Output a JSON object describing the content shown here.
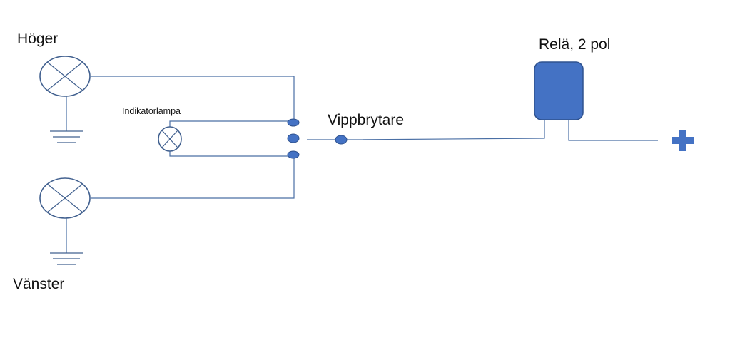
{
  "labels": {
    "right_lamp": "Höger",
    "left_lamp": "Vänster",
    "indicator_lamp": "Indikatorlampa",
    "toggle_switch": "Vippbrytare",
    "relay": "Relä, 2 pol"
  },
  "icons": {
    "right_lamp": "lamp-icon",
    "left_lamp": "lamp-icon",
    "indicator_lamp": "lamp-icon",
    "positive_terminal": "plus-icon",
    "ground": "ground-icon"
  },
  "colors": {
    "wire": "#4a6fa5",
    "component_fill": "#4472c4",
    "component_stroke": "#2f528f",
    "lamp_outline": "#41608f",
    "text": "#111111"
  }
}
